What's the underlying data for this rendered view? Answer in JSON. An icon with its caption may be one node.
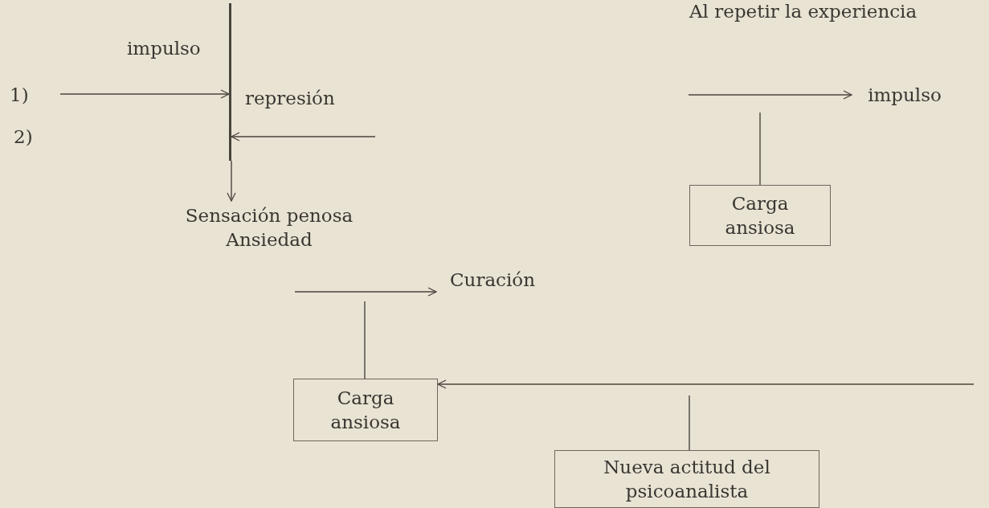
{
  "diagram": {
    "nodes": [
      {
        "text": [],
        "shape": "bar"
      },
      {
        "text": [
          "Sensación penosa Ansiedad"
        ]
      },
      {
        "text": [
          "impulso"
        ]
      },
      {
        "text": [
          "Carga ansiosa"
        ]
      },
      {
        "text": [
          "Curación"
        ]
      },
      {
        "text": [
          "Carga ansiosa"
        ]
      },
      {
        "text": [
          "Nueva actitud del psicoanalista"
        ]
      }
    ],
    "edges": [
      {
        "from": null,
        "to": 0,
        "arrow": "to",
        "label": "impulso"
      },
      {
        "from": null,
        "to": 0,
        "arrow": "to",
        "label": "represión"
      },
      {
        "from": 0,
        "to": 1,
        "arrow": "to"
      },
      {
        "from": null,
        "to": 2,
        "arrow": "to"
      },
      {
        "from": 3,
        "to": null,
        "arrow": "none"
      },
      {
        "from": null,
        "to": 4,
        "arrow": "to"
      },
      {
        "from": 5,
        "to": null,
        "arrow": "none"
      },
      {
        "from": null,
        "to": 5,
        "arrow": "to"
      },
      {
        "from": 6,
        "to": null,
        "arrow": "none"
      }
    ],
    "labels": [
      "Al repetir la experiencia",
      "1)",
      "2)"
    ]
  }
}
